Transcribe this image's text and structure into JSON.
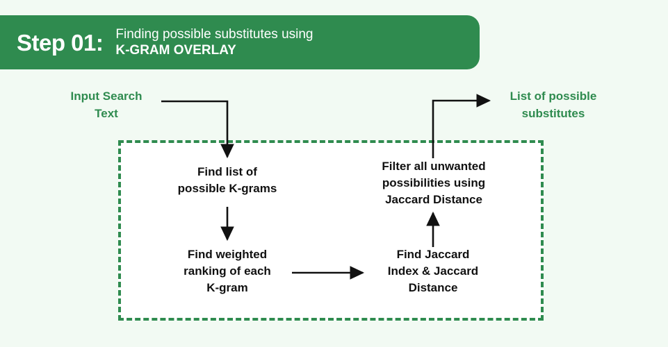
{
  "theme": {
    "page_background": "#f2faf3",
    "brand_green": "#2f8b4f",
    "node_text": "#111111",
    "panel_background": "#ffffff",
    "connector_color": "#111111"
  },
  "header": {
    "step_label": "Step 01:",
    "title_line1": "Finding possible substitutes using",
    "title_line2": "K-GRAM OVERLAY"
  },
  "flow": {
    "input_label": "Input Search\nText",
    "output_label": "List of possible\nsubstitutes",
    "nodes": [
      {
        "id": "kgrams",
        "label": "Find list of\npossible K-grams"
      },
      {
        "id": "weighted",
        "label": "Find weighted\nranking of each\nK-gram"
      },
      {
        "id": "filter",
        "label": "Filter all unwanted\npossibilities using\nJaccard Distance"
      },
      {
        "id": "jaccard",
        "label": "Find Jaccard\nIndex & Jaccard\nDistance"
      }
    ],
    "connectors": [
      {
        "from": "input",
        "to": "kgrams",
        "style": "elbow-right-down"
      },
      {
        "from": "kgrams",
        "to": "weighted",
        "style": "down"
      },
      {
        "from": "weighted",
        "to": "jaccard",
        "style": "right"
      },
      {
        "from": "jaccard",
        "to": "filter",
        "style": "up"
      },
      {
        "from": "filter",
        "to": "output",
        "style": "elbow-up-right"
      }
    ]
  }
}
